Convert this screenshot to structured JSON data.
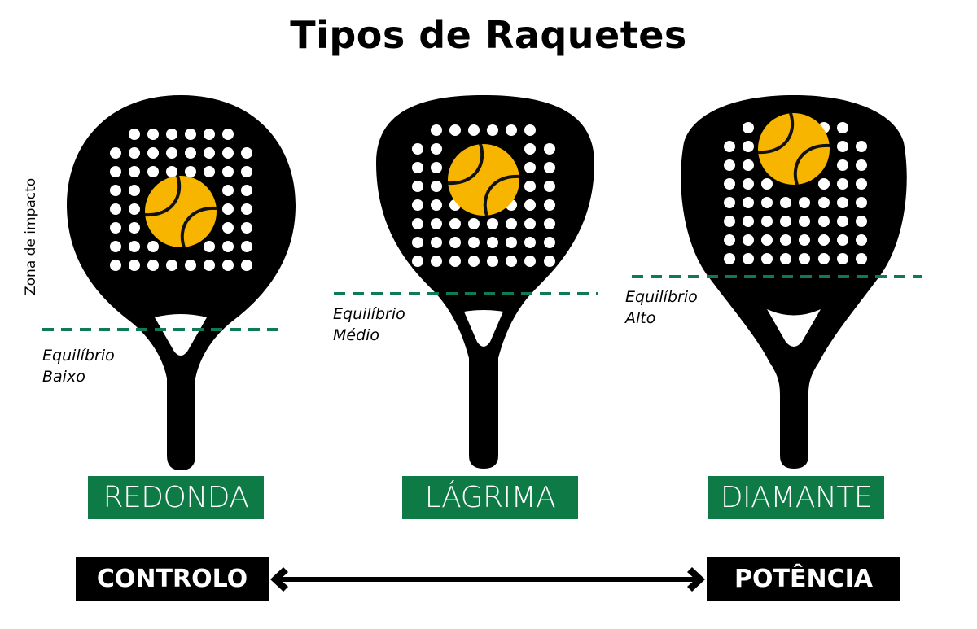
{
  "title": "Tipos de Raquetes",
  "impact_zone_label": "Zona de impacto",
  "colors": {
    "racket": "#000000",
    "ball": "#f7b500",
    "label_bg": "#0e7a45",
    "dashed_line": "#127a52",
    "scale_bg": "#000000"
  },
  "rackets": [
    {
      "shape": "REDONDA",
      "balance_line1": "Equilíbrio",
      "balance_line2": "Baixo"
    },
    {
      "shape": "LÁGRIMA",
      "balance_line1": "Equilíbrio",
      "balance_line2": "Médio"
    },
    {
      "shape": "DIAMANTE",
      "balance_line1": "Equilíbrio",
      "balance_line2": "Alto"
    }
  ],
  "scale": {
    "left": "CONTROLO",
    "right": "POTÊNCIA",
    "arrow": "double-headed-arrow"
  }
}
